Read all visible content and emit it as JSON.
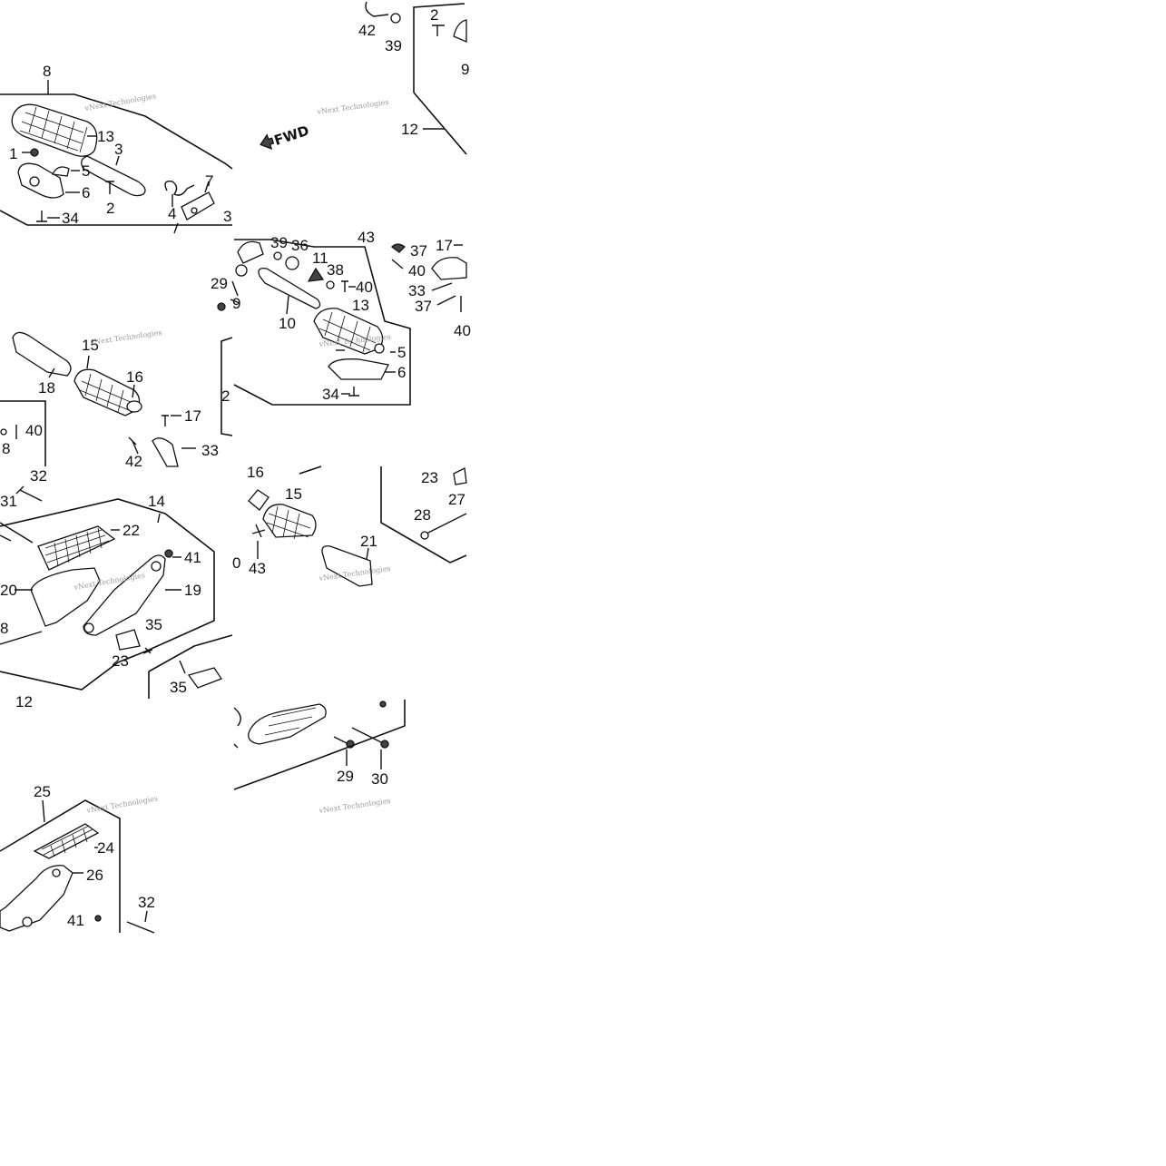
{
  "tiles": [
    {
      "id": "tile-top-left",
      "labels": [
        "8",
        "13",
        "1",
        "3",
        "5",
        "6",
        "2",
        "4",
        "7",
        "34",
        "3"
      ],
      "watermark": "vNext Technologies"
    },
    {
      "id": "tile-top-right",
      "labels": [
        "42",
        "39",
        "2",
        "9",
        "12"
      ],
      "fwd": "FWD",
      "watermark": "vNext Technologies"
    },
    {
      "id": "tile-mid-left",
      "labels": [
        "15",
        "16",
        "18",
        "17",
        "33",
        "40",
        "8",
        "42"
      ],
      "watermark": "vNext Technologies"
    },
    {
      "id": "tile-mid-right",
      "labels": [
        "39",
        "36",
        "43",
        "37",
        "17",
        "11",
        "38",
        "40",
        "29",
        "9",
        "40",
        "33",
        "13",
        "37",
        "10",
        "40",
        "5",
        "6",
        "34",
        "2"
      ],
      "watermark": "vNext Technologies"
    },
    {
      "id": "tile-lower-left",
      "labels": [
        "32",
        "14",
        "31",
        "22",
        "41",
        "20",
        "19",
        "8",
        "35",
        "23",
        "35",
        "12"
      ],
      "watermark": "vNext Technologies"
    },
    {
      "id": "tile-lower-right",
      "labels": [
        "16",
        "15",
        "23",
        "27",
        "28",
        "21",
        "0",
        "43"
      ],
      "watermark": "vNext Technologies"
    },
    {
      "id": "tile-bottom-right",
      "labels": [
        "29",
        "30"
      ],
      "watermark": "vNext Technologies"
    },
    {
      "id": "tile-bottom-left",
      "labels": [
        "25",
        "24",
        "26",
        "32",
        "41"
      ],
      "watermark": "vNext Technologies"
    }
  ]
}
